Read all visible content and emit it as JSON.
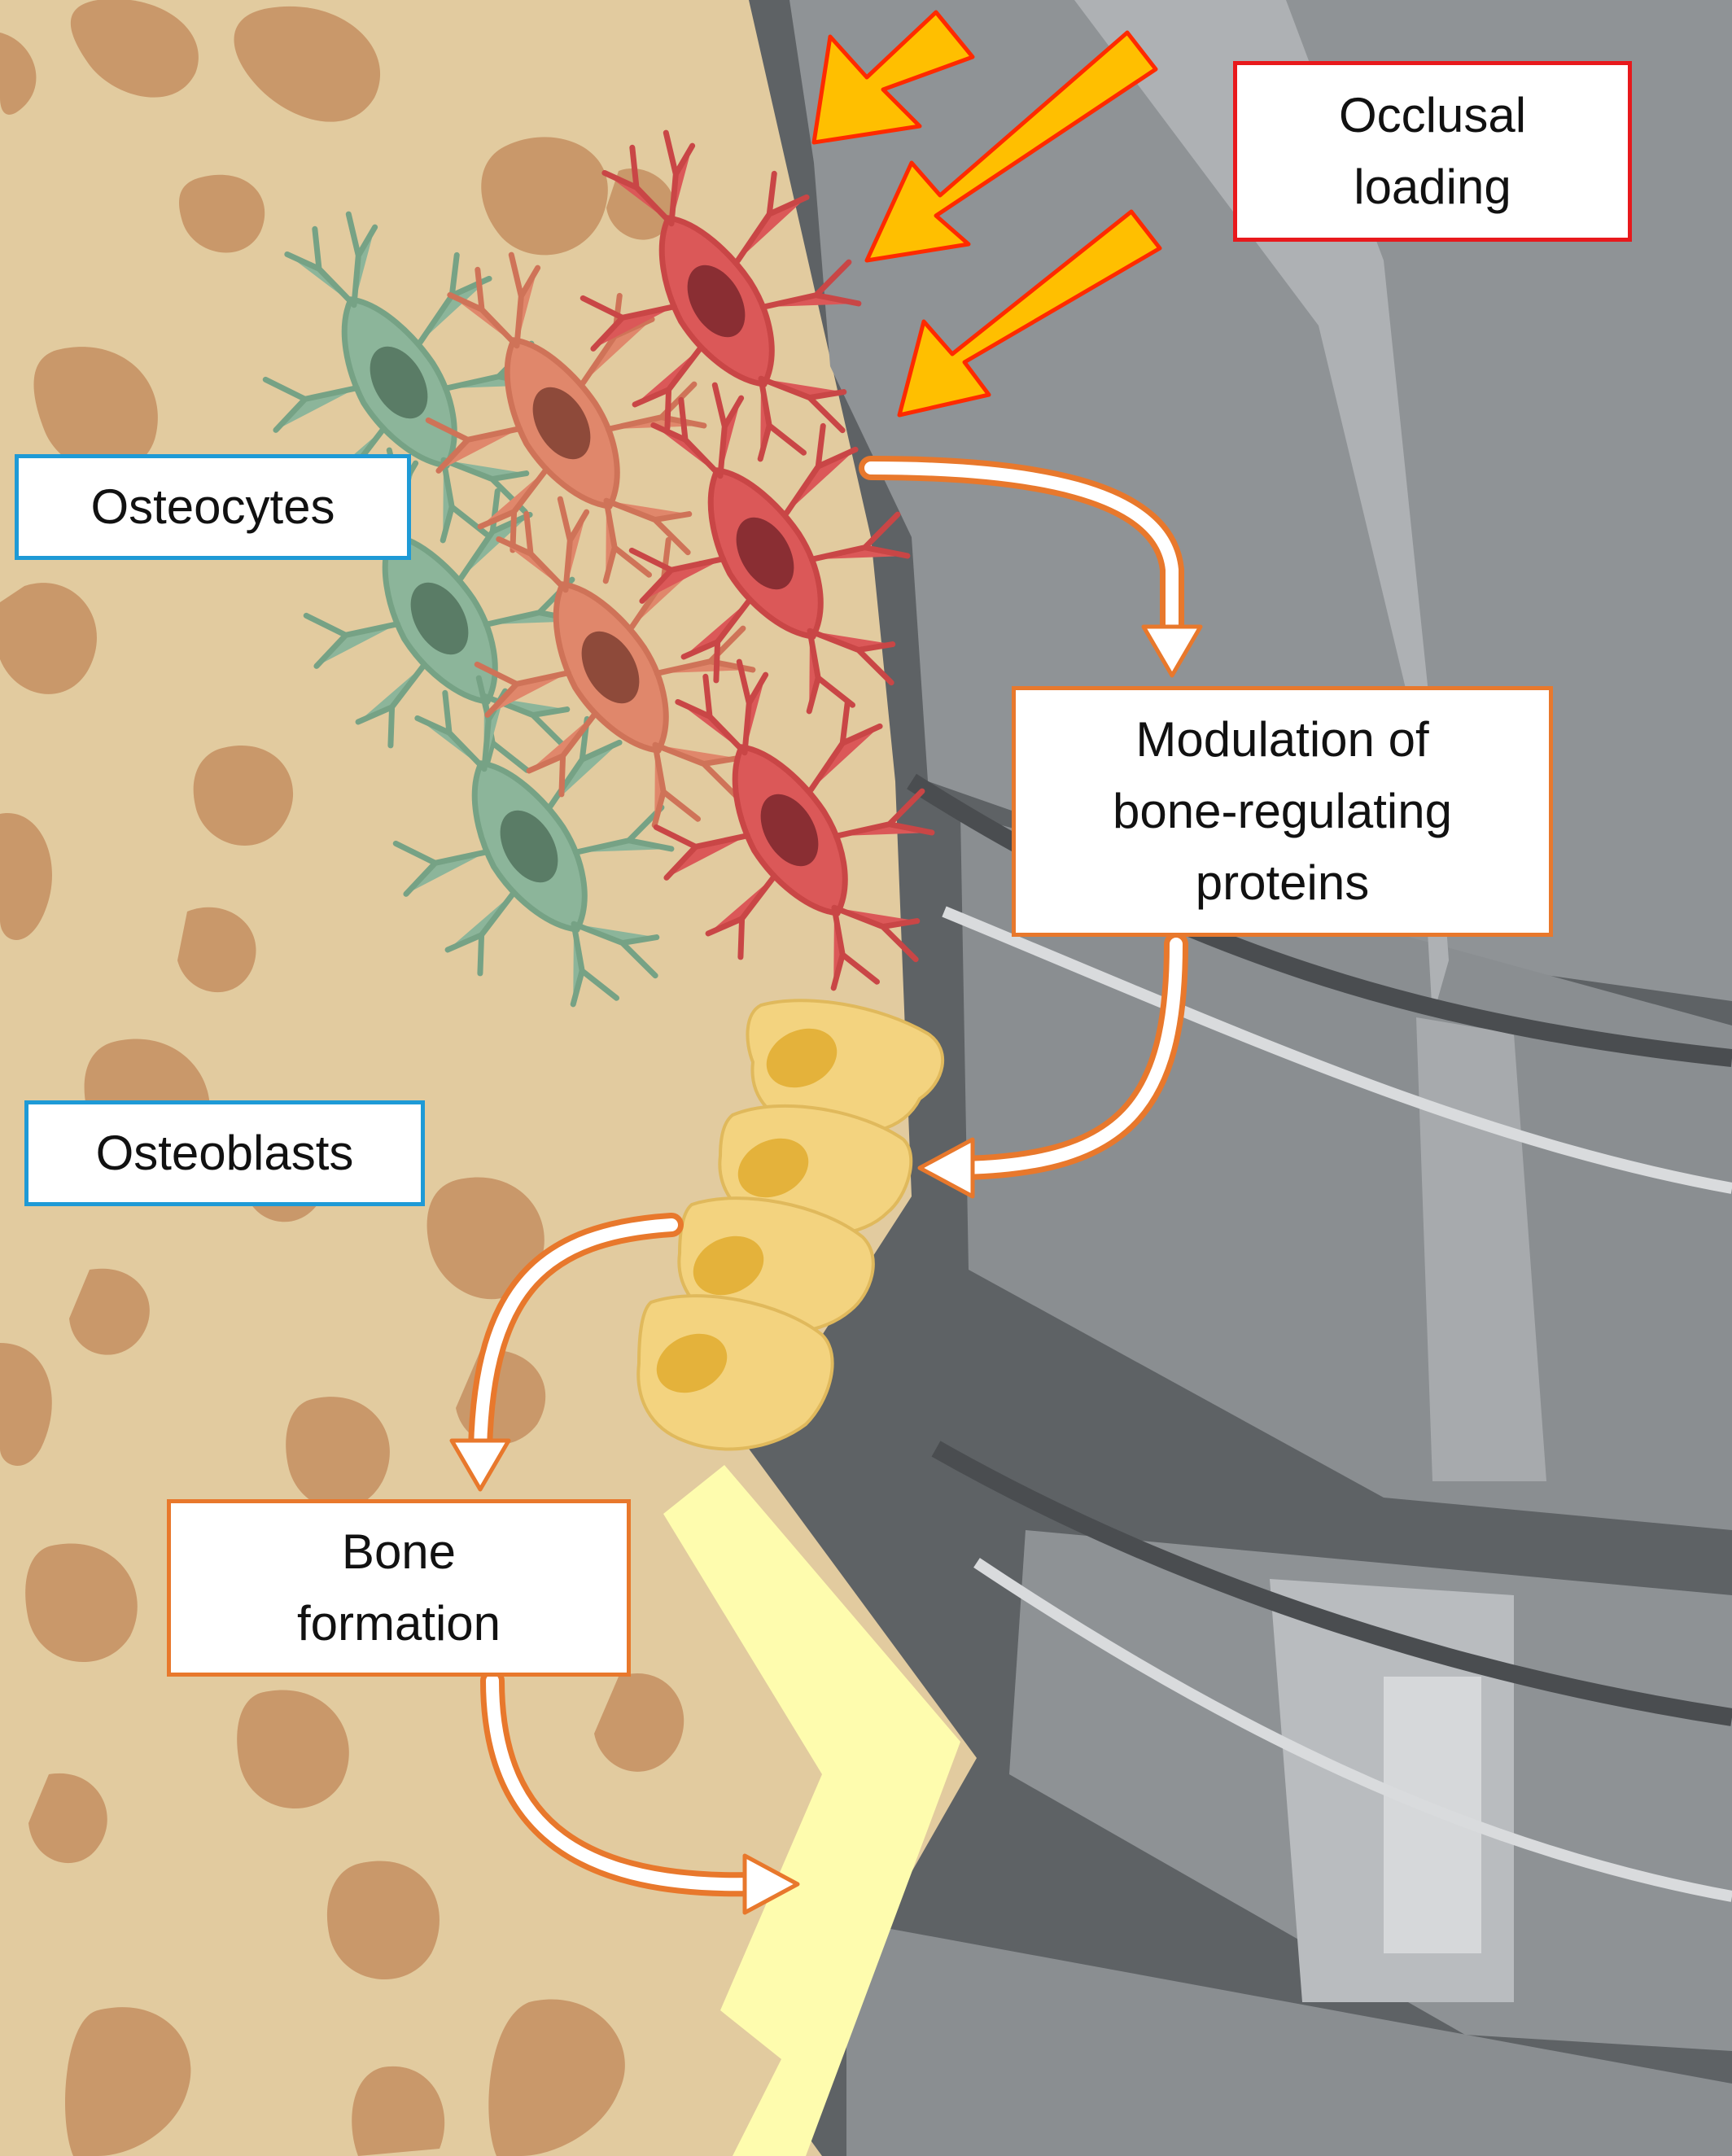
{
  "labels": {
    "occlusal_loading": [
      "Occlusal",
      "loading"
    ],
    "osteocytes": "Osteocytes",
    "osteoblasts": "Osteoblasts",
    "modulation": [
      "Modulation of",
      "bone-regulating",
      "proteins"
    ],
    "bone_formation": [
      "Bone",
      "formation"
    ]
  },
  "colors": {
    "bone_matrix": "#e2cb9f",
    "lacunae": "#c9986a",
    "implant_dark": "#5e6265",
    "implant_mid": "#8f9396",
    "implant_light": "#b9bcbf",
    "load_arrow_fill": "#ffbf00",
    "load_arrow_stroke": "#ff2a00",
    "flow_arrow": "#e8782c",
    "osteocyte_green": "#8cb59a",
    "osteocyte_salmon": "#e0876b",
    "osteocyte_red": "#db5858",
    "osteoblast": "#f3d37f",
    "new_bone": "#fefcae"
  }
}
